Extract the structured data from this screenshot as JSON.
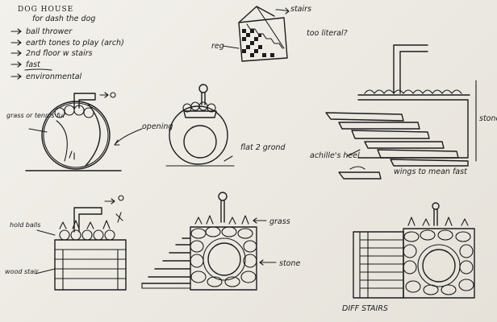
{
  "notes": {
    "title": "DOG HOUSE",
    "subtitle": "for dash the dog",
    "items": [
      "ball thrower",
      "earth tones to play (arch)",
      "2nd floor w stairs",
      "fast",
      "environmental"
    ]
  },
  "labels": {
    "stairs": "stairs",
    "too_literal": "too literal?",
    "reg": "reg",
    "grass_or_tennis": "grass or tennis fur",
    "opening": "opening",
    "flat_to_ground": "flat 2 grond",
    "stone_top": "stone",
    "achilles_heel": "achille's heel",
    "wings": "wings to mean fast",
    "hold_balls": "hold balls",
    "wood_stair": "wood stair",
    "grass": "grass",
    "stone_bottom": "stone",
    "diff_stairs": "DIFF STAIRS"
  }
}
